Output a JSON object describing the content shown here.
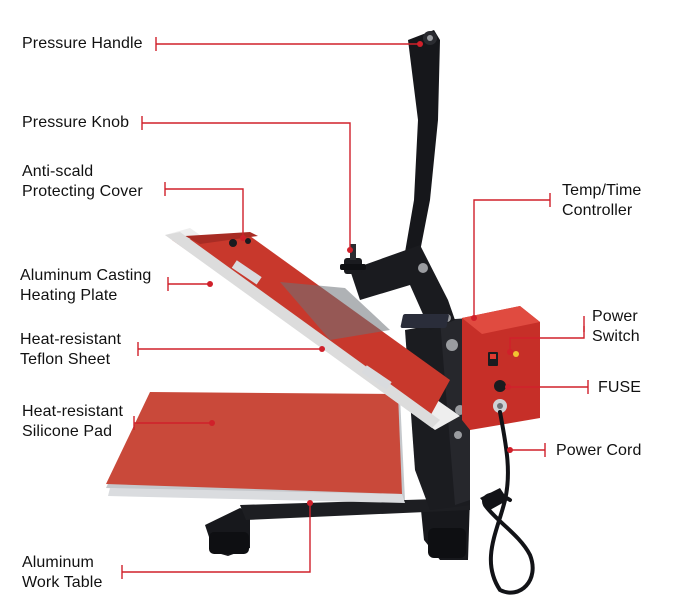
{
  "colors": {
    "leader": "#d0202a",
    "frame": "#15161a",
    "platen_red": "#c8382c",
    "pad_red": "#c9493a",
    "metal": "#c9ccd0"
  },
  "labels": {
    "pressure_handle": [
      "Pressure Handle"
    ],
    "pressure_knob": [
      "Pressure Knob"
    ],
    "anti_scald": [
      "Anti-scald",
      "Protecting Cover"
    ],
    "heating_plate": [
      "Aluminum Casting",
      "Heating Plate"
    ],
    "teflon": [
      "Heat-resistant",
      "Teflon Sheet"
    ],
    "silicone": [
      "Heat-resistant",
      "Silicone Pad"
    ],
    "work_table": [
      "Aluminum",
      "Work Table"
    ],
    "temp_time": [
      "Temp/Time",
      "Controller"
    ],
    "power_switch": [
      "Power",
      "Switch"
    ],
    "fuse": [
      "FUSE"
    ],
    "power_cord": [
      "Power Cord"
    ]
  }
}
